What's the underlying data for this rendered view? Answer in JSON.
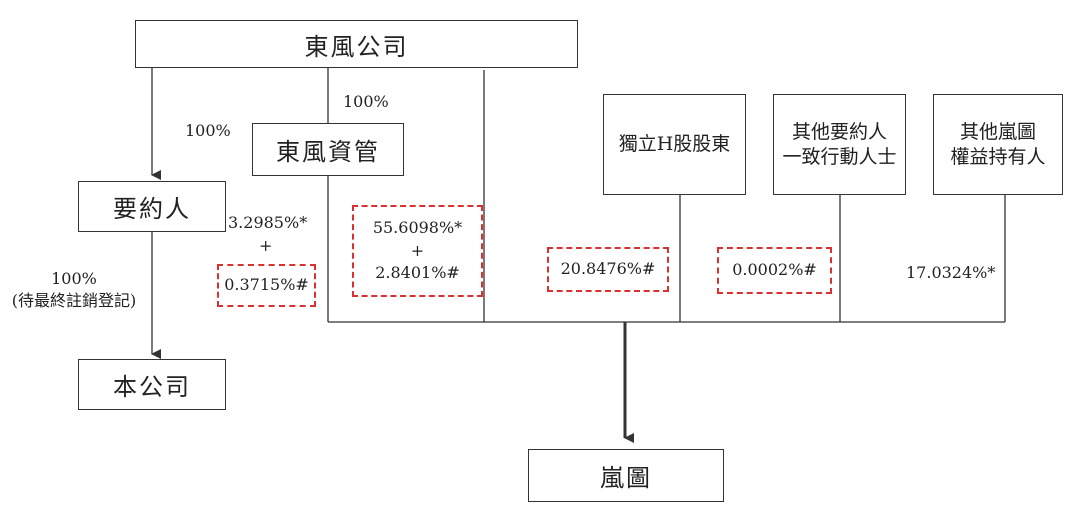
{
  "entities": {
    "dongfeng_company": "東風公司",
    "dongfeng_asset_mgmt": "東風資管",
    "offeror": "要約人",
    "company": "本公司",
    "independent_h_shareholders": "獨立H股股東",
    "concert_parties_line1": "其他要約人",
    "concert_parties_line2": "一致行動人士",
    "other_lantu_holders_line1": "其他嵐圖",
    "other_lantu_holders_line2": "權益持有人",
    "lantu": "嵐圖"
  },
  "percentages": {
    "dongfeng_to_offeror": "100%",
    "dongfeng_to_asset_mgmt": "100%",
    "offeror_to_company_line1": "100%",
    "offeror_to_company_line2": "(待最終註銷登記)",
    "offeror_to_lantu_a": "3.2985%*",
    "offeror_to_lantu_plus": "+",
    "offeror_to_lantu_b": "0.3715%#",
    "asset_mgmt_to_lantu_a": "55.6098%*",
    "asset_mgmt_to_lantu_plus": "+",
    "asset_mgmt_to_lantu_b": "2.8401%#",
    "independent_h_to_lantu": "20.8476%#",
    "concert_to_lantu": "0.0002%#",
    "other_holders_to_lantu": "17.0324%*"
  },
  "colors": {
    "line": "#333333",
    "dashed_highlight": "#d93030"
  }
}
